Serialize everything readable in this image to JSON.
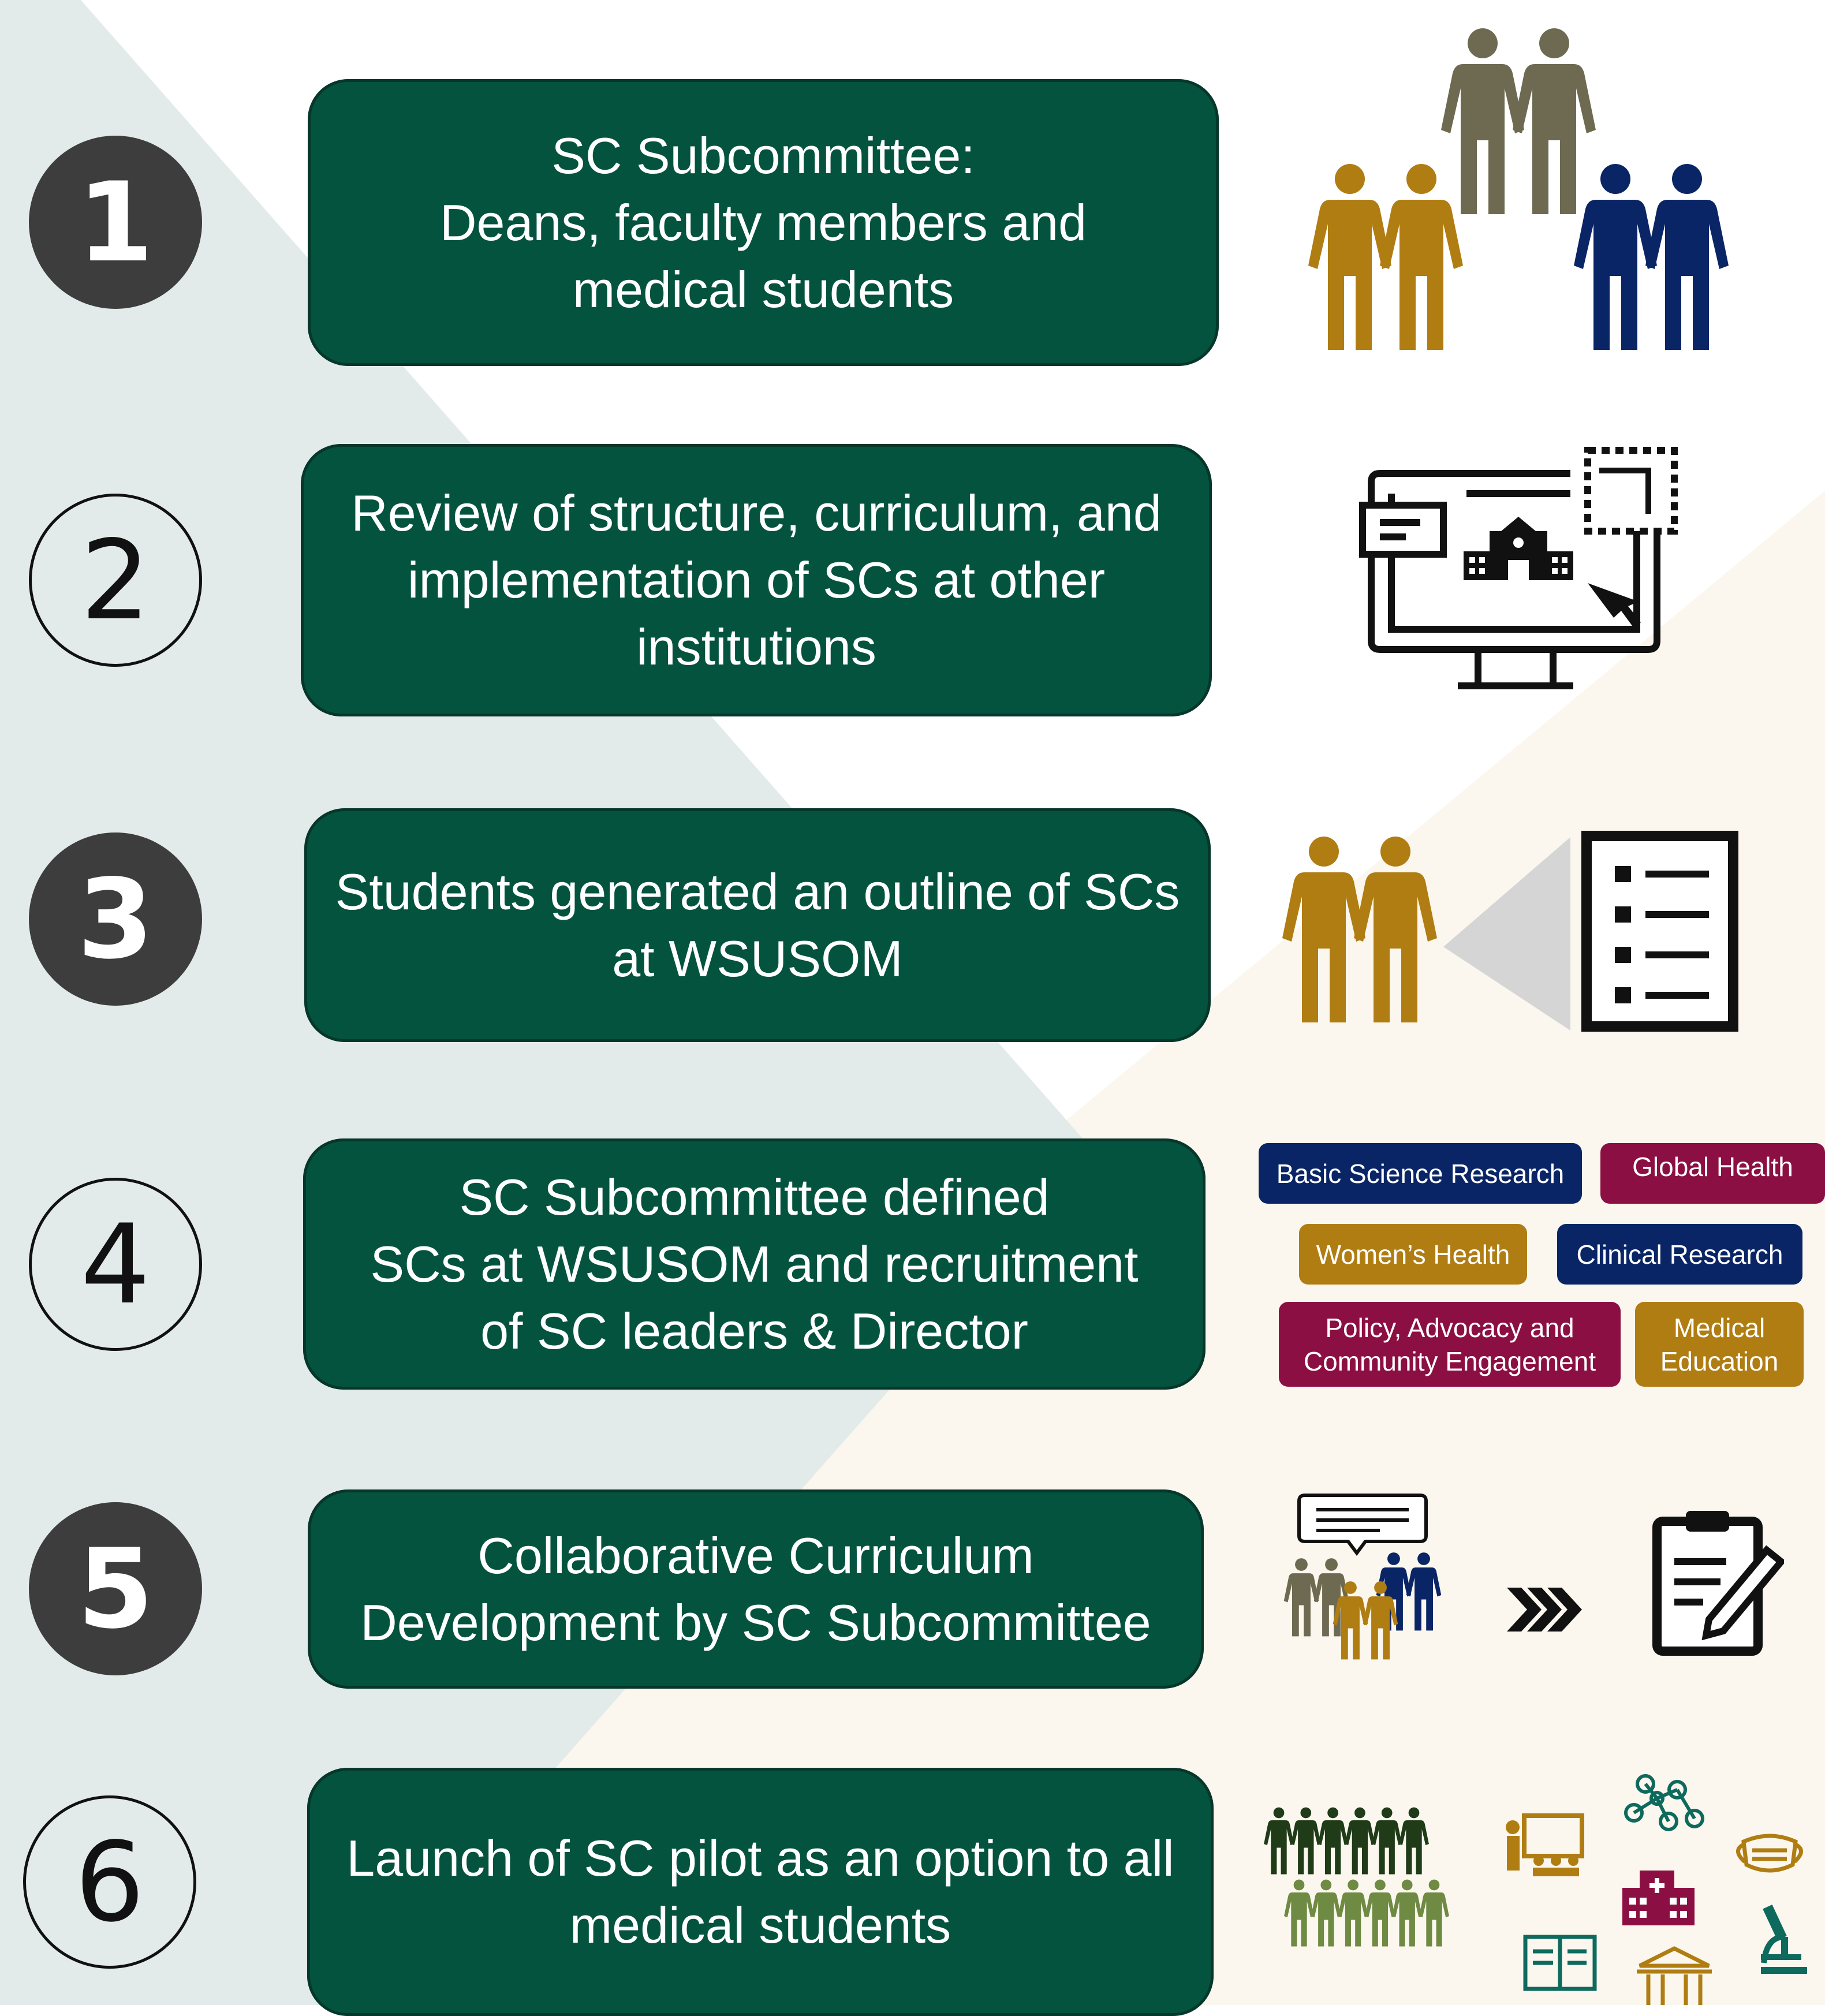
{
  "colors": {
    "box_fill": "#04533f",
    "circle_filled": "#3d3d3d",
    "bg_left": "#e3ebea",
    "bg_right": "#fbf7ee",
    "gold": "#b07d13",
    "navy": "#0a2566",
    "olive": "#6e6a51",
    "maroon": "#8c0f43",
    "dark_green": "#1f3b18",
    "light_green": "#6f8a43",
    "teal": "#0e6a5d"
  },
  "steps": [
    {
      "number": "1",
      "text": "SC Subcommittee:\nDeans, faculty members and\nmedical students",
      "style": "filled",
      "icon": "people-group-icon"
    },
    {
      "number": "2",
      "text": "Review of structure, curriculum, and\nimplementation of SCs at other\ninstitutions",
      "style": "outline",
      "icon": "computer-institution-icon"
    },
    {
      "number": "3",
      "text": "Students generated an outline of SCs\nat WSUSOM",
      "style": "filled",
      "icon": "people-outline-icon"
    },
    {
      "number": "4",
      "text": "SC Subcommittee defined\nSCs at WSUSOM and recruitment\nof SC leaders & Director",
      "style": "outline",
      "icon": "topic-tags"
    },
    {
      "number": "5",
      "text": "Collaborative Curriculum\nDevelopment by SC Subcommittee",
      "style": "filled",
      "icon": "collaboration-icon"
    },
    {
      "number": "6",
      "text": "Launch of SC pilot as an option to all\nmedical students",
      "style": "outline",
      "icon": "launch-icons"
    }
  ],
  "tags": [
    {
      "label": "Basic Science Research",
      "color": "#0a2566"
    },
    {
      "label": "Global Health",
      "color": "#8c0f43"
    },
    {
      "label": "Women’s Health",
      "color": "#b07d13"
    },
    {
      "label": "Clinical Research",
      "color": "#0a2566"
    },
    {
      "label": "Policy, Advocacy and\nCommunity Engagement",
      "color": "#8c0f43"
    },
    {
      "label": "Medical\nEducation",
      "color": "#b07d13"
    }
  ]
}
